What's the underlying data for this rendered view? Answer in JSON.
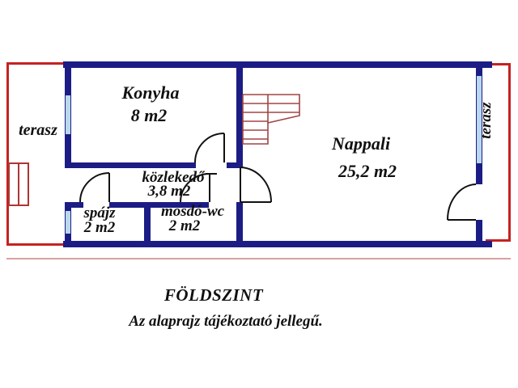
{
  "colors": {
    "wall_navy": "#1c1c85",
    "outline_red": "#c52222",
    "window_blue": "#b9d8ee",
    "stairs_red": "#a04545",
    "door_black": "#111111",
    "background": "#ffffff"
  },
  "rooms": {
    "terasz_left": {
      "label": "terasz"
    },
    "konyha": {
      "label": "Konyha",
      "area": "8 m2"
    },
    "nappali": {
      "label": "Nappali",
      "area": "25,2 m2"
    },
    "kozlekedo": {
      "label": "közlekedő",
      "area": "3,8 m2"
    },
    "spajz": {
      "label": "spájz",
      "area": "2 m2"
    },
    "mosdo_wc": {
      "label": "mosdó-wc",
      "area": "2 m2"
    },
    "terasz_right": {
      "label": "terasz"
    }
  },
  "footer": {
    "floor_title": "FÖLDSZINT",
    "disclaimer": "Az alaprajz tájékoztató jellegű."
  }
}
